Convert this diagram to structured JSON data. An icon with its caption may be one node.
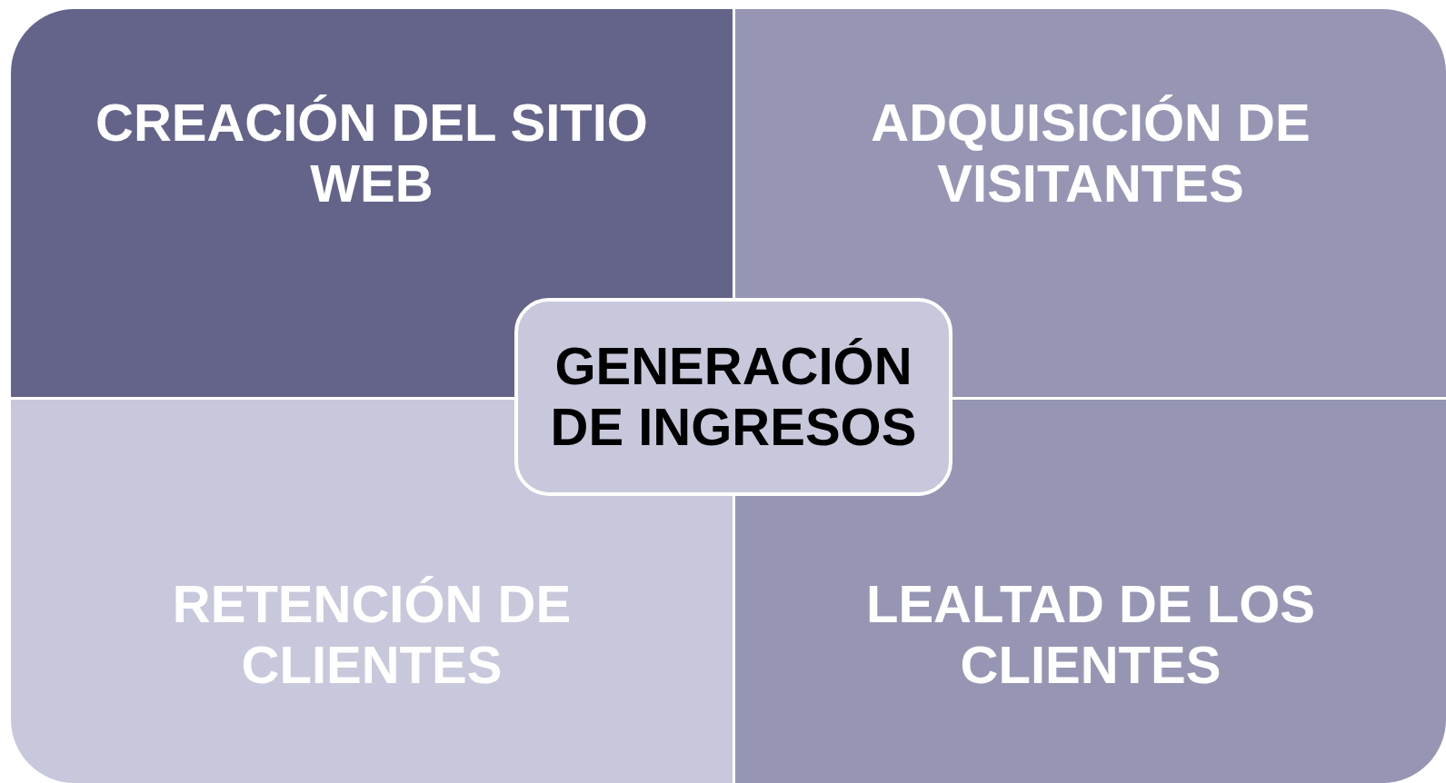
{
  "diagram": {
    "nodes": [
      {
        "text": [
          "CREACIÓN DEL SITIO WEB"
        ]
      },
      {
        "text": [
          "ADQUISICIÓN DE VISITANTES"
        ]
      },
      {
        "text": [
          "GENERACIÓN DE INGRESOS"
        ]
      },
      {
        "text": [
          "RETENCIÓN DE CLIENTES"
        ]
      },
      {
        "text": [
          "LEALTAD DE LOS CLIENTES"
        ]
      }
    ]
  }
}
